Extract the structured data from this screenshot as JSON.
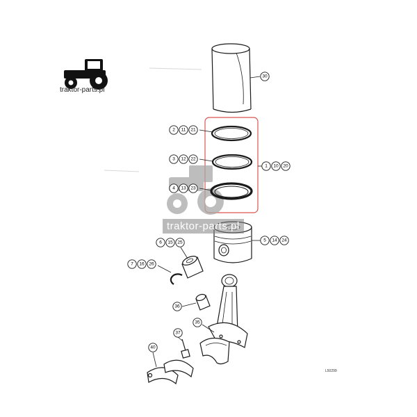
{
  "logo": {
    "text": "traktor-parts.pl",
    "icon": "tractor-icon"
  },
  "watermark": {
    "text": "traktor-parts.pl",
    "icon": "tractor-icon"
  },
  "drawing_code": "L50299",
  "callouts": {
    "liner": [
      "30"
    ],
    "ring_top": [
      "2",
      "11",
      "21"
    ],
    "ring_mid": [
      "3",
      "12",
      "22"
    ],
    "ring_bot": [
      "4",
      "13",
      "23"
    ],
    "ring_set": [
      "1",
      "10",
      "20"
    ],
    "piston": [
      "5",
      "14",
      "24"
    ],
    "pin": [
      "6",
      "15",
      "25"
    ],
    "circlip": [
      "7",
      "16",
      "26"
    ],
    "bushing": [
      "36"
    ],
    "rod": [
      "35"
    ],
    "bolt": [
      "37"
    ],
    "bearing": [
      "40"
    ]
  },
  "colors": {
    "line": "#1a1a1a",
    "ring_box": "#d9534f",
    "watermark": "#9a9a9a"
  }
}
